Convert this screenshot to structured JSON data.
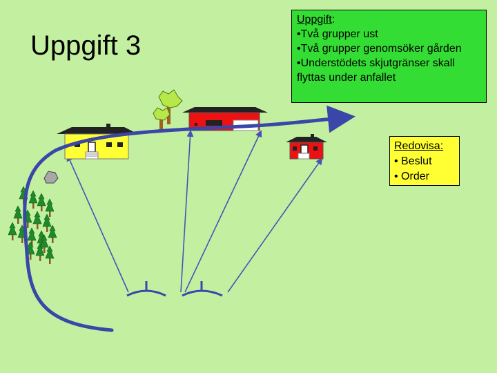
{
  "title": "Uppgift 3",
  "task": {
    "heading": "Uppgift",
    "heading_suffix": ":",
    "lines": [
      "•Två grupper ust",
      "•Två grupper genomsöker gården",
      "•Understödets skjutgränser skall flyttas under anfallet"
    ]
  },
  "report": {
    "heading": "Redovisa:",
    "items": [
      "• Beslut",
      "• Order"
    ]
  },
  "colors": {
    "background": "#c2f0a0",
    "task_box": "#33dd33",
    "report_box": "#ffff33",
    "route": "#3a46a8",
    "fire_line": "#4652b8",
    "house_yellow": "#ffff33",
    "house_red": "#ee1111",
    "roof": "#222222",
    "tree": "#1f8a2a"
  }
}
